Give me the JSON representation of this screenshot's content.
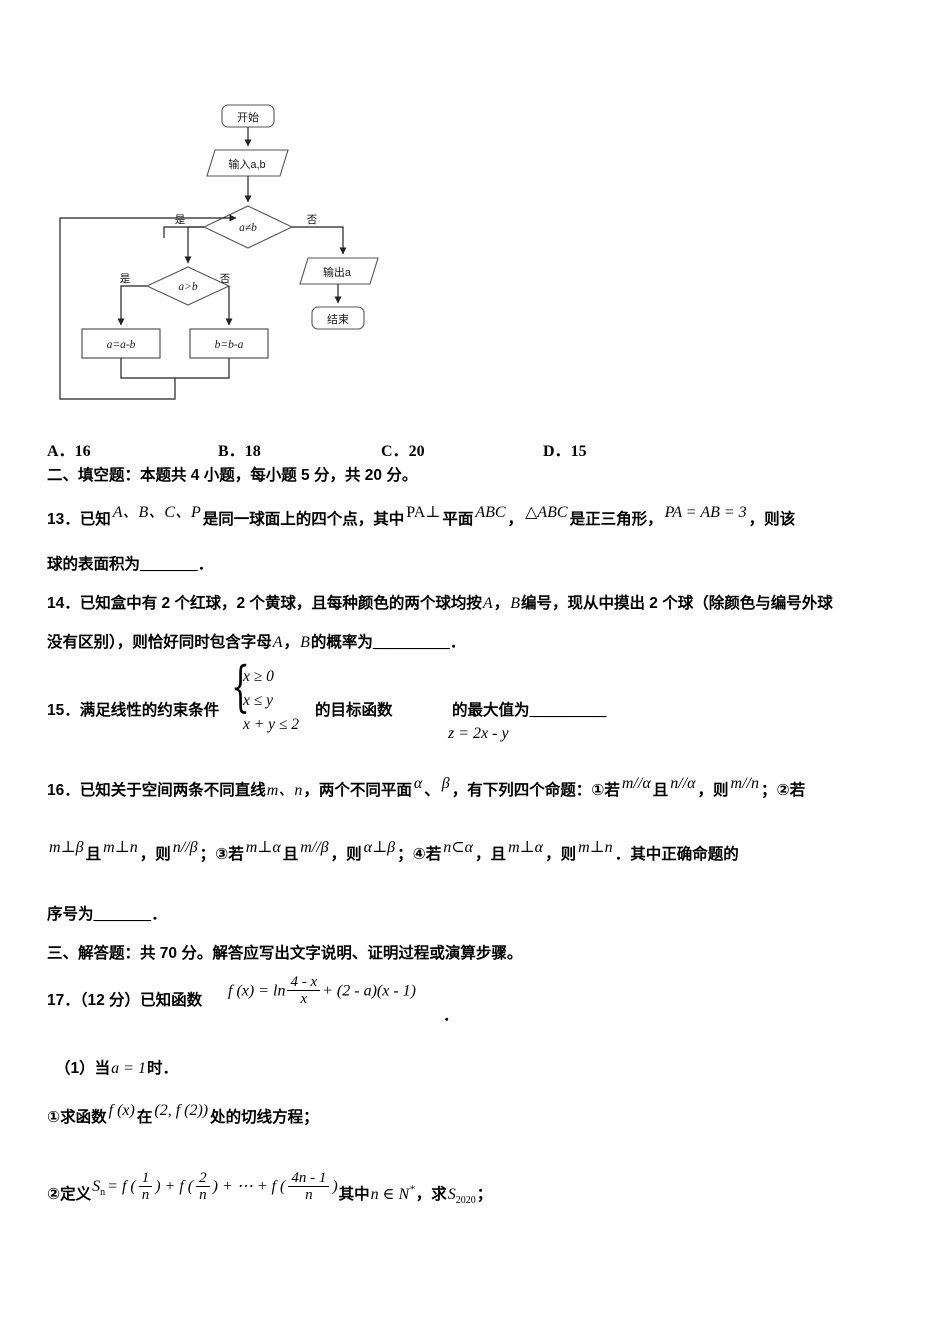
{
  "flowchart": {
    "nodes": {
      "start": "开始",
      "input": "输入a,b",
      "decision1": "a≠b",
      "decision2": "a>b",
      "process_left": "a=a-b",
      "process_right": "b=b-a",
      "output": "输出a",
      "end": "结束"
    },
    "branch_labels": {
      "yes": "是",
      "no": "否"
    }
  },
  "options": [
    {
      "letter": "A．",
      "value": "16"
    },
    {
      "letter": "B．",
      "value": "18"
    },
    {
      "letter": "C．",
      "value": "20"
    },
    {
      "letter": "D．",
      "value": "15"
    }
  ],
  "section2": {
    "heading": "二、填空题：本题共 4 小题，每小题 5 分，共 20 分。"
  },
  "q13": {
    "number": "13．",
    "part1": "已知",
    "math1": "A、B、C、P",
    "part2": "是同一球面上的四个点，其中",
    "math2": "PA⊥",
    "part3": "平面",
    "math3": "ABC",
    "part4": "，",
    "math4": "△ABC",
    "part5": "是正三角形，",
    "math5": "PA = AB = 3",
    "part6": "，则该",
    "line2": "球的表面积为",
    "blank": "______",
    "period": "．"
  },
  "q14": {
    "number": "14．",
    "line1_a": "已知盒中有 2 个红球，2 个黄球，且每种颜色的两个球均按",
    "math_A": "A",
    "comma1": "，",
    "math_B": "B",
    "line1_b": "编号，现从中摸出 2 个球（除颜色与编号外球",
    "line2_a": "没有区别），则恰好同时包含字母",
    "math_A2": "A",
    "comma2": "，",
    "math_B2": "B",
    "line2_b": "的概率为",
    "blank": "________",
    "period": "．"
  },
  "q15": {
    "number": "15．",
    "text1": "满足线性的约束条件",
    "constraints": [
      "x ≥ 0",
      "x ≤ y",
      "x + y ≤ 2"
    ],
    "text2": "的目标函数",
    "objective": "z = 2x - y",
    "text3": "的最大值为",
    "blank": "________"
  },
  "q16": {
    "number": "16．",
    "line1_a": "已知关于空间两条不同直线",
    "lines": "m、n",
    "line1_b": "，两个不同平面",
    "plane1": "α",
    "sep": "、",
    "plane2": "β",
    "line1_c": "，有下列四个命题：",
    "prop1_mark": "①若",
    "prop1_c1": "m//α",
    "prop1_and": "且",
    "prop1_c2": "n//α",
    "prop1_then": "，则",
    "prop1_res": "m//n",
    "prop1_end": "；",
    "prop2_mark": "②若",
    "prop2_c1": "m⊥β",
    "prop2_and": "且",
    "prop2_c2": "m⊥n",
    "prop2_then": "，则",
    "prop2_res": "n//β",
    "prop2_end": "；",
    "prop3_mark": "③若",
    "prop3_c1": "m⊥α",
    "prop3_and": "且",
    "prop3_c2": "m//β",
    "prop3_then": "，则",
    "prop3_res": "α⊥β",
    "prop3_end": "；",
    "prop4_mark": "④若",
    "prop4_c1": "n⊂α",
    "prop4_and": "，且",
    "prop4_c2": "m⊥α",
    "prop4_then": "，则",
    "prop4_res": "m⊥n",
    "prop4_end": "．其中正确命题的",
    "line3": "序号为",
    "blank": "______",
    "period": "．"
  },
  "section3": {
    "heading": "三、解答题：共 70 分。解答应写出文字说明、证明过程或演算步骤。"
  },
  "q17": {
    "number": "17．",
    "score": "（12 分）",
    "text": "已知函数",
    "formula": {
      "lhs": "f (x) = ln",
      "frac_num": "4 - x",
      "frac_den": "x",
      "rhs": "+ (2 - a)(x - 1)"
    },
    "period": "．",
    "part1_label": "（1）",
    "part1_text_a": "当",
    "part1_math": "a = 1",
    "part1_text_b": "时．",
    "sub1_mark": "①",
    "sub1_text_a": "求函数",
    "sub1_math1": "f (x)",
    "sub1_text_b": "在",
    "sub1_math2": "(2, f (2))",
    "sub1_text_c": "处的切线方程；",
    "sub2_mark": "②",
    "sub2_text_a": "定义",
    "sub2_Sn": "S",
    "sub2_Sn_sub": "n",
    "sub2_eq": "= f (",
    "sub2_f1_num": "1",
    "sub2_f1_den": "n",
    "sub2_mid1": ") + f (",
    "sub2_f2_num": "2",
    "sub2_f2_den": "n",
    "sub2_mid2": ") + ⋯ + f (",
    "sub2_f3_num": "4n - 1",
    "sub2_f3_den": "n",
    "sub2_close": ")",
    "sub2_text_b": "其中",
    "sub2_math_n": "n ∈ N",
    "sub2_star": "*",
    "sub2_text_c": "，求",
    "sub2_S": "S",
    "sub2_S_sub": "2020",
    "sub2_end": "；"
  }
}
